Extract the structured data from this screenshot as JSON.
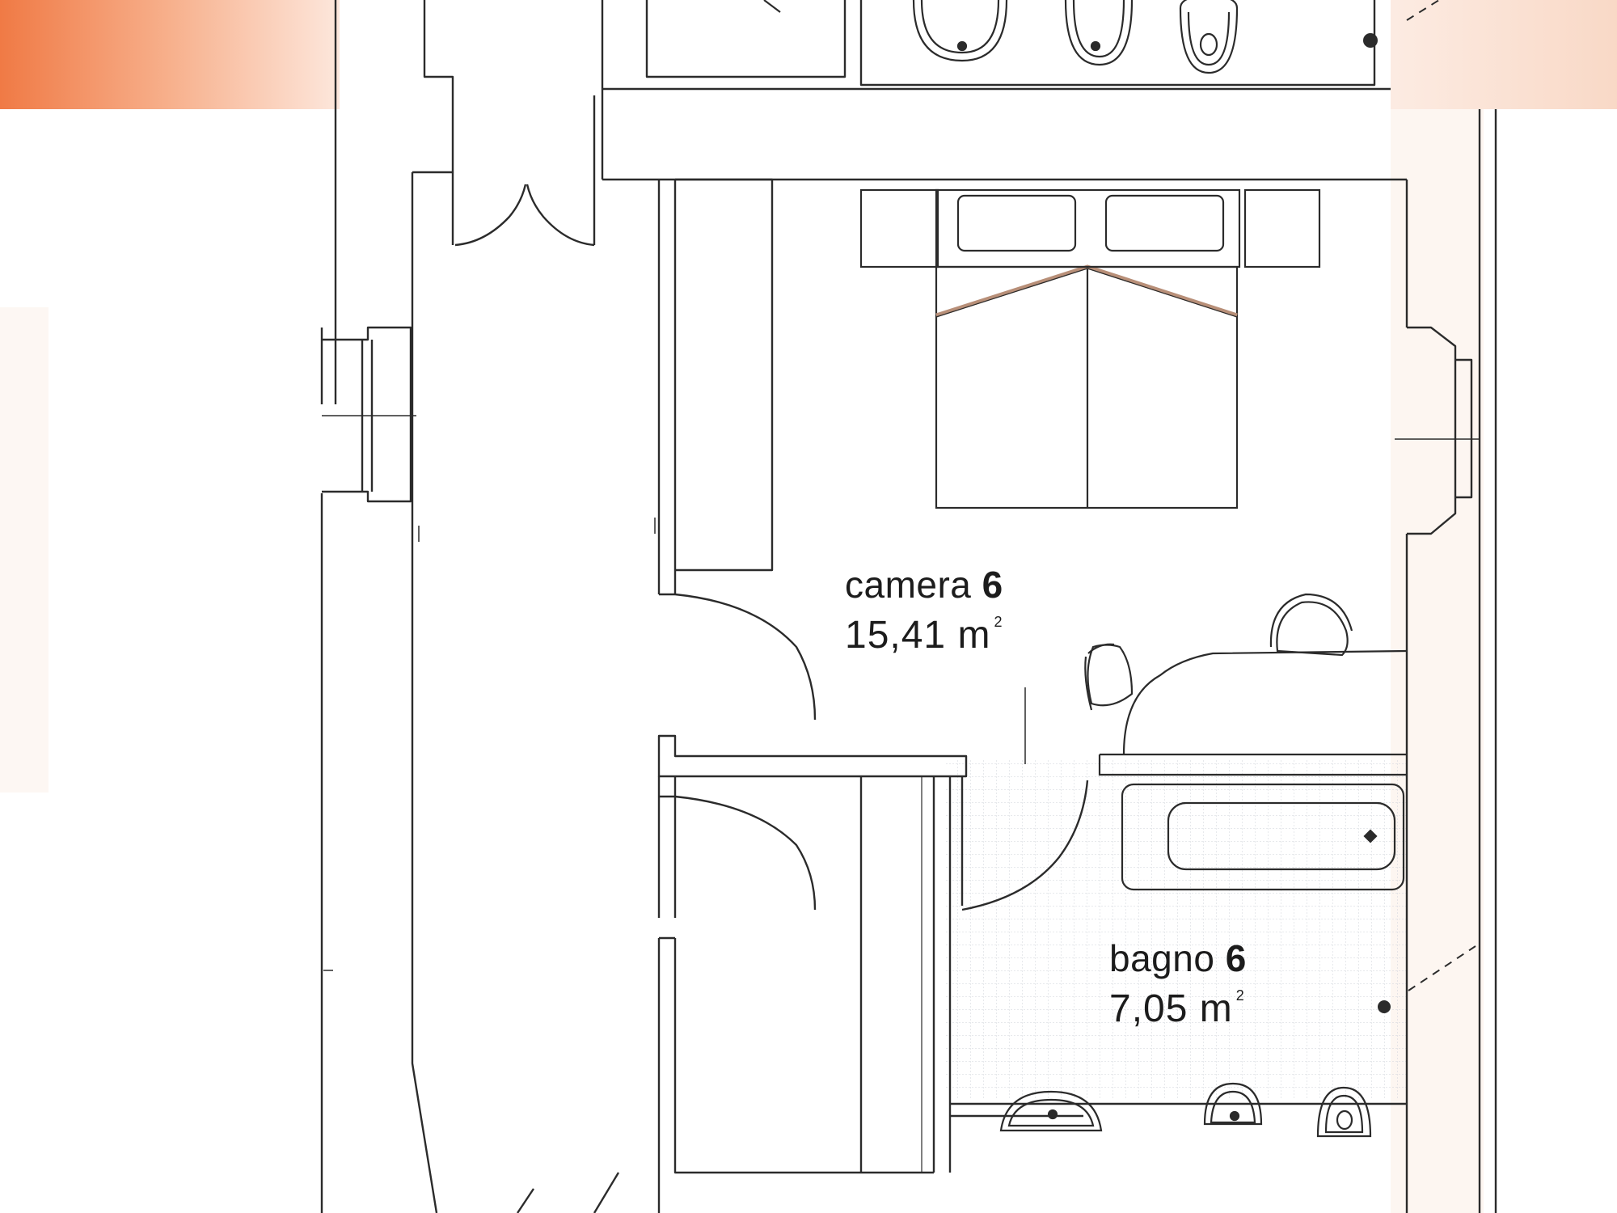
{
  "rooms": [
    {
      "name": "camera",
      "number": "6",
      "area": "15,41",
      "unit": "m",
      "unit_exp": "2"
    },
    {
      "name": "bagno",
      "number": "6",
      "area": "7,05",
      "unit": "m",
      "unit_exp": "2"
    }
  ],
  "colors": {
    "background": "#ffffff",
    "line": "#2b2b2b",
    "tile_grid": "#cfd3da",
    "scan_corner": "#f07a45",
    "pillow_trim": "#b88f78"
  }
}
